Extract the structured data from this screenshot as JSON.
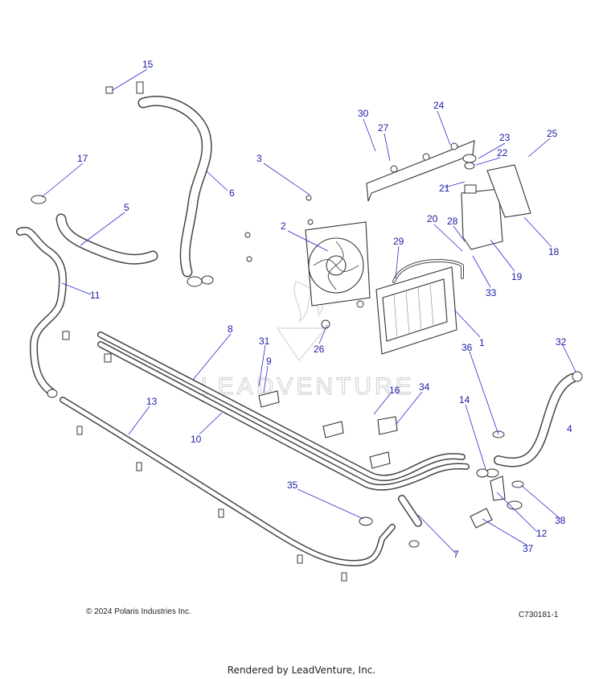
{
  "diagram": {
    "callouts": [
      "1",
      "2",
      "3",
      "4",
      "5",
      "6",
      "7",
      "8",
      "9",
      "10",
      "11",
      "12",
      "13",
      "14",
      "15",
      "16",
      "17",
      "18",
      "19",
      "20",
      "21",
      "22",
      "23",
      "24",
      "25",
      "26",
      "27",
      "28",
      "29",
      "30",
      "31",
      "32",
      "33",
      "34",
      "35",
      "36",
      "37",
      "38"
    ],
    "watermark": "LEADVENTURE"
  },
  "footer": {
    "copyright": "© 2024 Polaris Industries Inc.",
    "drawing_number": "C730181-1",
    "rendered_by": "Rendered by LeadVenture, Inc."
  },
  "colors": {
    "callout": "#1a1aa6",
    "line": "#333333",
    "background": "#ffffff"
  }
}
